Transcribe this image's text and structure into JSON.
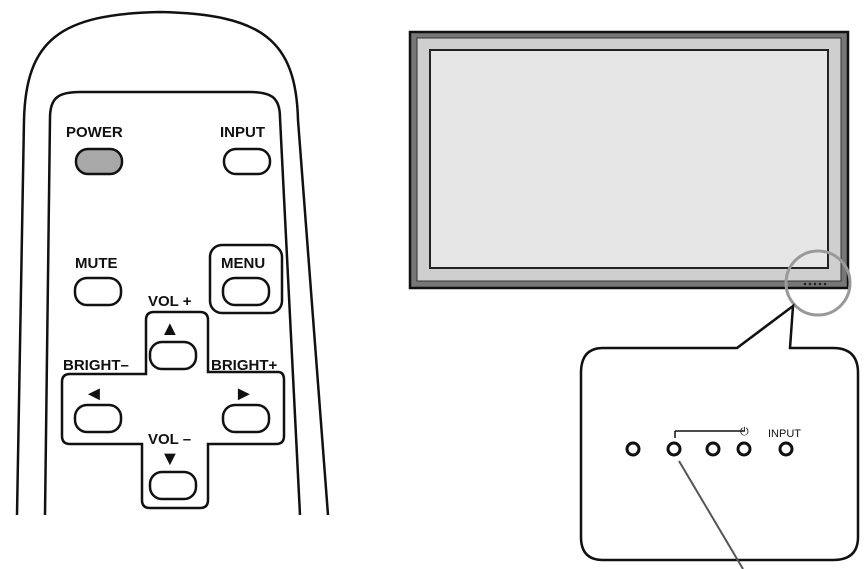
{
  "remote": {
    "power_label": "POWER",
    "input_label": "INPUT",
    "mute_label": "MUTE",
    "menu_label": "MENU",
    "vol_up_label": "VOL +",
    "vol_down_label": "VOL –",
    "bright_down_label": "BRIGHT–",
    "bright_up_label": "BRIGHT+",
    "arrow_up_glyph": "▲",
    "arrow_down_glyph": "▼",
    "arrow_left_glyph": "◄",
    "arrow_right_glyph": "►",
    "power_button_color": "#a8a8a8"
  },
  "monitor": {
    "panel_color": "#e6e6e6"
  },
  "callout": {
    "power_symbol": "⏻",
    "input_label": "INPUT"
  }
}
